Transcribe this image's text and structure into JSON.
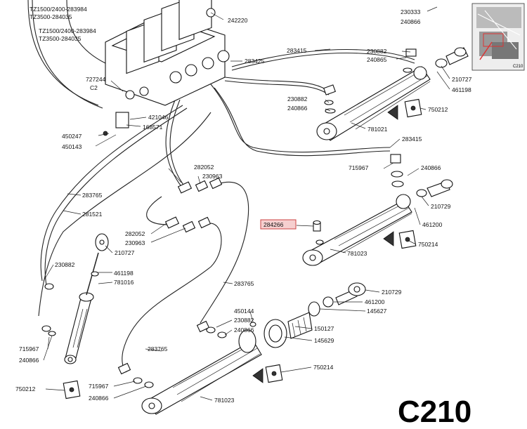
{
  "diagram_code": "C210",
  "thumbnail_code": "C210",
  "highlighted_part": "284266",
  "top_labels": {
    "tz1500_a": "TZ1500/2400-283984",
    "tz3500_a": "TZ3500-284035",
    "tz1500_b": "TZ1500/2400-283984",
    "tz3500_b": "TZ3500-284035"
  },
  "labels": {
    "p242220": "242220",
    "p230333": "230333",
    "p240866_tr": "240866",
    "p283415_a": "283415",
    "p283425": "283425",
    "p230882_a": "230882",
    "p240865": "240865",
    "p210727_r": "210727",
    "p461198_r": "461198",
    "p727244": "727244",
    "p_c2": "C2",
    "p230882_b": "230882",
    "p240866_b": "240866",
    "p750212_r": "750212",
    "p421046": "421046",
    "p168571": "168571",
    "p781021": "781021",
    "p450247": "450247",
    "p450143": "450143",
    "p283415_b": "283415",
    "p282052_a": "282052",
    "p230963_a": "230963",
    "p715967_r": "715967",
    "p240866_r": "240866",
    "p283765_a": "283765",
    "p281521": "281521",
    "p210729_r": "210729",
    "p461200_r": "461200",
    "p282052_b": "282052",
    "p230963_b": "230963",
    "p781023_a": "781023",
    "p750214_r": "750214",
    "p210727_l": "210727",
    "p230882_l": "230882",
    "p461198_l": "461198",
    "p781016": "781016",
    "p283765_b": "283765",
    "p210729_b": "210729",
    "p461200_b": "461200",
    "p145627": "145627",
    "p450144": "450144",
    "p230882_c": "230882",
    "p240866_c": "240866",
    "p150127": "150127",
    "p145629": "145629",
    "p715967_l": "715967",
    "p240866_l": "240866",
    "p283765_c": "283765",
    "p750214_b": "750214",
    "p750212_l": "750212",
    "p715967_b": "715967",
    "p240866_bb": "240866",
    "p781023_b": "781023"
  }
}
